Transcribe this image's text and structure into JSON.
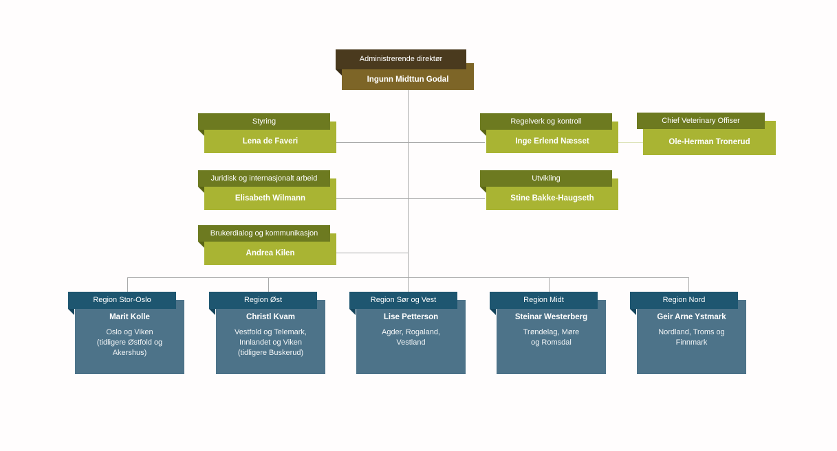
{
  "diagram": {
    "type": "org-chart",
    "ceo": {
      "title": "Administrerende direktør",
      "name": "Ingunn Midttun Godal"
    },
    "staff": [
      {
        "title": "Styring",
        "name": "Lena de Faveri"
      },
      {
        "title": "Regelverk og kontroll",
        "name": "Inge Erlend Næsset"
      },
      {
        "title": "Chief Veterinary Offiser",
        "name": "Ole-Herman Tronerud"
      },
      {
        "title": "Juridisk og internasjonalt arbeid",
        "name": "Elisabeth Wilmann"
      },
      {
        "title": "Utvikling",
        "name": "Stine Bakke-Haugseth"
      },
      {
        "title": "Brukerdialog og kommunikasjon",
        "name": "Andrea Kilen"
      }
    ],
    "regions": [
      {
        "title": "Region Stor-Oslo",
        "name": "Marit Kolle",
        "area": "Oslo og Viken\n(tidligere Østfold og\nAkershus)"
      },
      {
        "title": "Region Øst",
        "name": "Christl Kvam",
        "area": "Vestfold og Telemark,\nInnlandet og Viken\n(tidligere Buskerud)"
      },
      {
        "title": "Region Sør og Vest",
        "name": "Lise Petterson",
        "area": "Agder, Rogaland,\nVestland"
      },
      {
        "title": "Region Midt",
        "name": "Steinar Westerberg",
        "area": "Trøndelag, Møre\nog Romsdal"
      },
      {
        "title": "Region Nord",
        "name": "Geir Arne Ystmark",
        "area": "Nordland, Troms og\nFinnmark"
      }
    ],
    "colors": {
      "executive_header": "#4a3a1e",
      "executive_body": "#7d6527",
      "department_header": "#6d7a20",
      "department_body": "#a9b433",
      "region_header": "#1e5670",
      "region_body": "#4d7389",
      "connector": "#a8a8a8",
      "connector_light": "#dde3b9"
    }
  }
}
